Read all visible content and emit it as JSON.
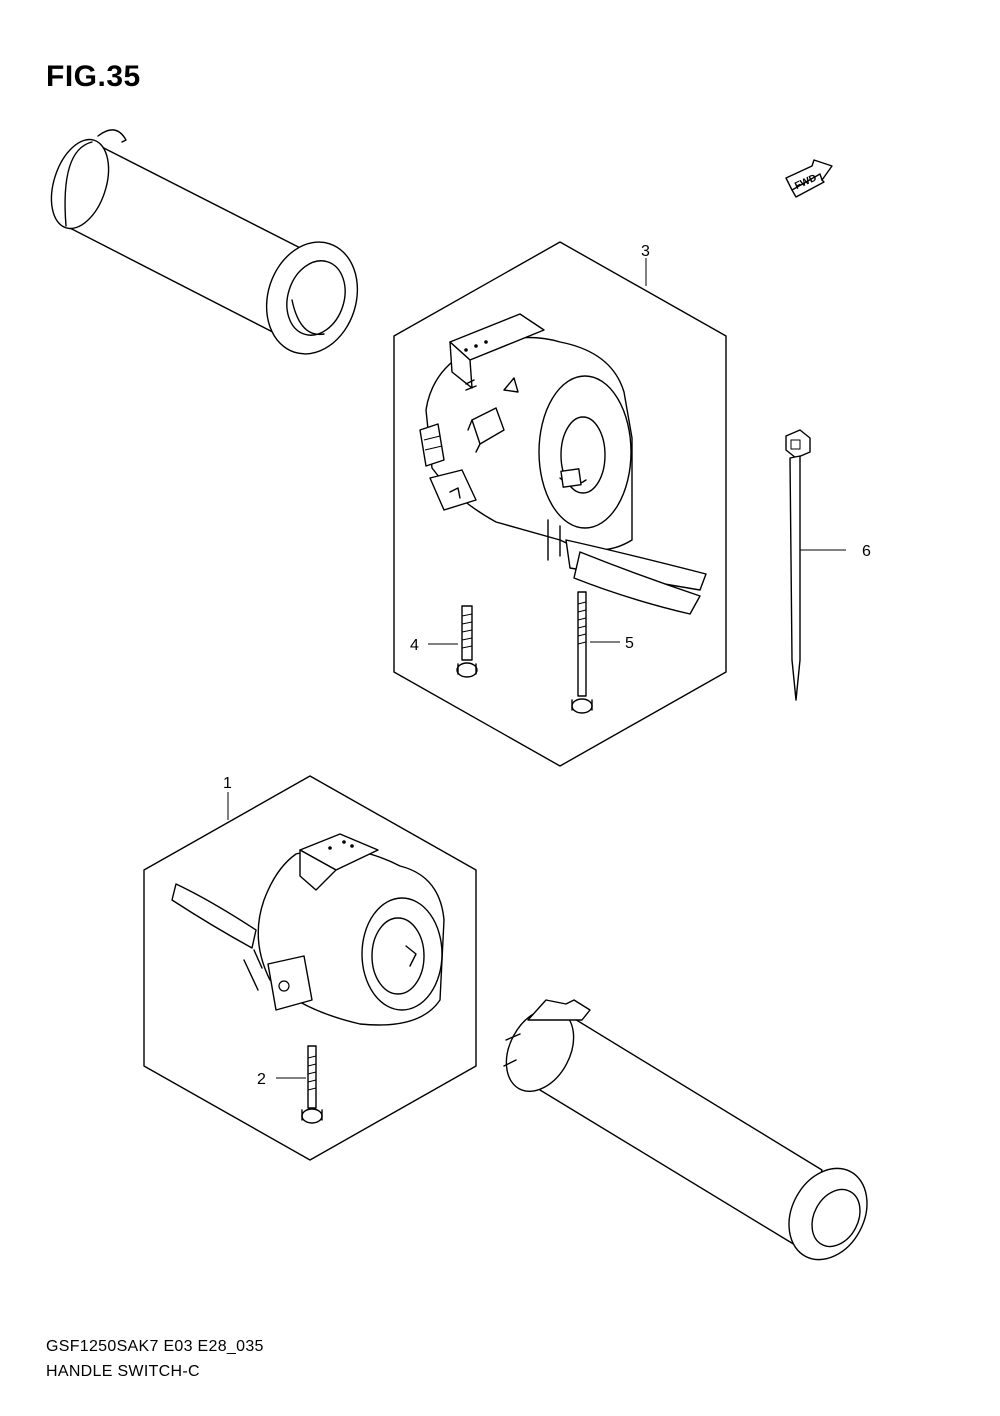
{
  "figure": {
    "title": "FIG.35"
  },
  "direction_badge": {
    "label": "FWD"
  },
  "callouts": [
    {
      "id": "1",
      "label": "1"
    },
    {
      "id": "2",
      "label": "2"
    },
    {
      "id": "3",
      "label": "3"
    },
    {
      "id": "4",
      "label": "4"
    },
    {
      "id": "5",
      "label": "5"
    },
    {
      "id": "6",
      "label": "6"
    }
  ],
  "footer": {
    "model_code": "GSF1250SAK7 E03 E28_035",
    "section_name": "HANDLE SWITCH-C"
  }
}
